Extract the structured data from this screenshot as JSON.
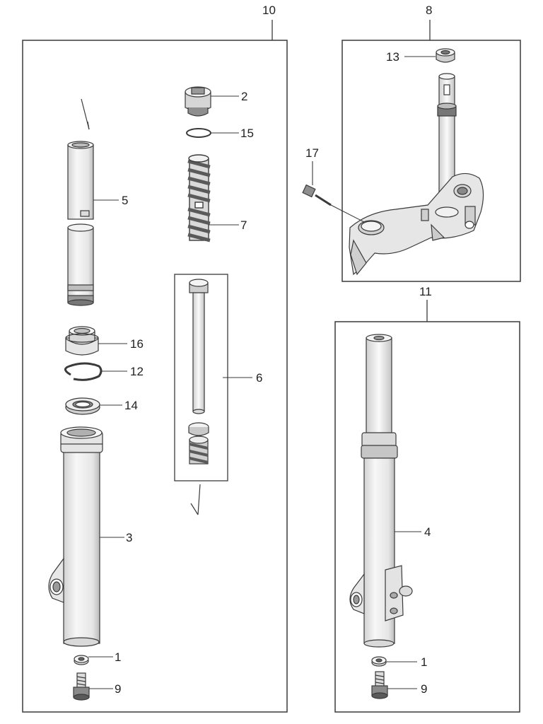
{
  "callouts": {
    "p1a": "1",
    "p1b": "1",
    "p2": "2",
    "p3": "3",
    "p4": "4",
    "p5": "5",
    "p6": "6",
    "p7": "7",
    "p8": "8",
    "p9a": "9",
    "p9b": "9",
    "p10": "10",
    "p11": "11",
    "p12": "12",
    "p13": "13",
    "p14": "14",
    "p15": "15",
    "p16": "16",
    "p17": "17"
  },
  "colors": {
    "line": "#3a3a3a",
    "part_fill": "#f4f4f4",
    "part_shade": "#cfcfcf",
    "part_dark": "#555555"
  }
}
